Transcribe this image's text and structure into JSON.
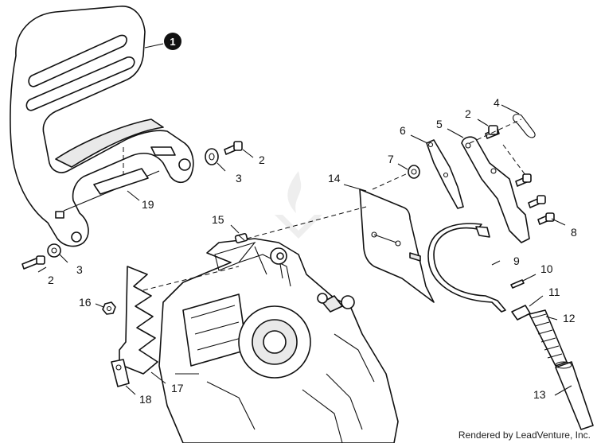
{
  "diagram": {
    "badge": "1",
    "labels": {
      "l2a": "2",
      "l2b": "2",
      "l2c": "2",
      "l3a": "3",
      "l3b": "3",
      "l4": "4",
      "l5": "5",
      "l6": "6",
      "l7": "7",
      "l8": "8",
      "l9": "9",
      "l10": "10",
      "l11": "11",
      "l12": "12",
      "l13": "13",
      "l14": "14",
      "l15": "15",
      "l16": "16",
      "l17": "17",
      "l18": "18",
      "l19": "19"
    }
  },
  "footer": {
    "credit": "Rendered by LeadVenture, Inc."
  }
}
